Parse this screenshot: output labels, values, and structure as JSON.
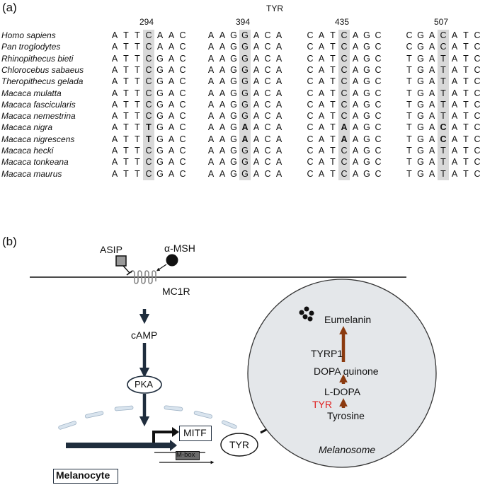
{
  "panel_a": {
    "label": "(a)",
    "gene": "TYR",
    "positions": [
      {
        "label": "294",
        "block": 0,
        "col": 3
      },
      {
        "label": "394",
        "block": 1,
        "col": 3
      },
      {
        "label": "435",
        "block": 2,
        "col": 3
      },
      {
        "label": "507",
        "block": 3,
        "col": 3
      }
    ],
    "rows": [
      {
        "species": "Homo sapiens",
        "blocks": [
          "ATTCAAC",
          "AAGGACA",
          "CATCAGC",
          "CGACATC"
        ],
        "bold": []
      },
      {
        "species": "Pan troglodytes",
        "blocks": [
          "ATTCAAC",
          "AAGGACA",
          "CATCAGC",
          "CGACATC"
        ],
        "bold": []
      },
      {
        "species": "Rhinopithecus bieti",
        "blocks": [
          "ATTCGAC",
          "AAGGACA",
          "CATCAGC",
          "TGATATC"
        ],
        "bold": []
      },
      {
        "species": "Chlorocebus sabaeus",
        "blocks": [
          "ATTCGAC",
          "AAGGACA",
          "CATCAGC",
          "TGATATC"
        ],
        "bold": []
      },
      {
        "species": "Theropithecus gelada",
        "blocks": [
          "ATTCGAC",
          "AAGGACA",
          "CATCAGC",
          "TGATATC"
        ],
        "bold": []
      },
      {
        "species": "Macaca mulatta",
        "blocks": [
          "ATTCGAC",
          "AAGGACA",
          "CATCAGC",
          "TGATATC"
        ],
        "bold": []
      },
      {
        "species": "Macaca fascicularis",
        "blocks": [
          "ATTCGAC",
          "AAGGACA",
          "CATCAGC",
          "TGATATC"
        ],
        "bold": []
      },
      {
        "species": "Macaca nemestrina",
        "blocks": [
          "ATTCGAC",
          "AAGGACA",
          "CATCAGC",
          "TGATATC"
        ],
        "bold": []
      },
      {
        "species": "Macaca nigra",
        "blocks": [
          "ATTTGAC",
          "AAGAACA",
          "CATAAGC",
          "TGACATC"
        ],
        "bold": [
          0,
          1,
          2,
          3
        ]
      },
      {
        "species": "Macaca nigrescens",
        "blocks": [
          "ATTTGAC",
          "AAGAACA",
          "CATAAGC",
          "TGACATC"
        ],
        "bold": [
          0,
          1,
          2,
          3
        ]
      },
      {
        "species": "Macaca hecki",
        "blocks": [
          "ATTCGAC",
          "AAGGACA",
          "CATCAGC",
          "TGATATC"
        ],
        "bold": []
      },
      {
        "species": "Macaca tonkeana",
        "blocks": [
          "ATTCGAC",
          "AAGGACA",
          "CATCAGC",
          "TGATATC"
        ],
        "bold": []
      },
      {
        "species": "Macaca maurus",
        "blocks": [
          "ATTCGAC",
          "AAGGACA",
          "CATCAGC",
          "TGATATC"
        ],
        "bold": []
      }
    ]
  },
  "panel_b": {
    "label": "(b)",
    "asip": "ASIP",
    "msh": "α-MSH",
    "mc1r": "MC1R",
    "camp": "cAMP",
    "pka": "PKA",
    "mitf": "MITF",
    "mbox": "M-box",
    "melanocyte": "Melanocyte",
    "tyr_protein": "TYR",
    "melanosome": "Melanosome",
    "eumelanin": "Eumelanin",
    "tyrp1": "TYRP1",
    "dopa_quinone": "DOPA quinone",
    "l_dopa": "L-DOPA",
    "tyr_enzyme": "TYR",
    "tyrosine": "Tyrosine",
    "colors": {
      "pathway_arrow": "#8b3a0f",
      "tyr_highlight": "#e02020",
      "cell_arrow": "#1f2d3d",
      "melanosome_fill": "#e4e7ea"
    }
  }
}
